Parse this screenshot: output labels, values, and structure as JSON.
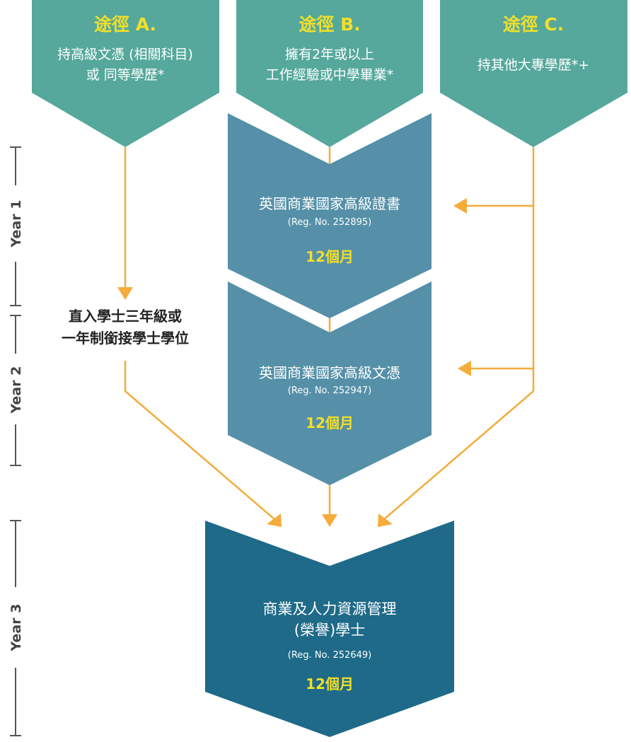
{
  "colors": {
    "teal": "#55a89b",
    "steel_blue": "#5590a8",
    "dark_blue": "#1e6a88",
    "orange": "#f4ac3a",
    "yellow_text": "#f2df2a",
    "axis_gray": "#555555"
  },
  "pathways": [
    {
      "title": "途徑 A.",
      "lines": [
        "持高級文憑 (相關科目)",
        "或 同等學歷*"
      ]
    },
    {
      "title": "途徑 B.",
      "lines": [
        "擁有2年或以上",
        "工作經驗或中學畢業*"
      ]
    },
    {
      "title": "途徑 C.",
      "lines": [
        "持其他大專學歷*+"
      ]
    }
  ],
  "programmes": [
    {
      "name_lines": [
        "英國商業國家高級證書"
      ],
      "reg": "(Reg. No. 252895)",
      "duration": "12個月"
    },
    {
      "name_lines": [
        "英國商業國家高級文憑"
      ],
      "reg": "(Reg. No. 252947)",
      "duration": "12個月"
    },
    {
      "name_lines": [
        "商業及人力資源管理",
        "(榮譽)學士"
      ],
      "reg": "(Reg. No. 252649)",
      "duration": "12個月"
    }
  ],
  "direct_entry": {
    "lines": [
      "直入學士三年級或",
      "一年制銜接學士學位"
    ]
  },
  "years": [
    "Year 1",
    "Year 2",
    "Year 3"
  ]
}
